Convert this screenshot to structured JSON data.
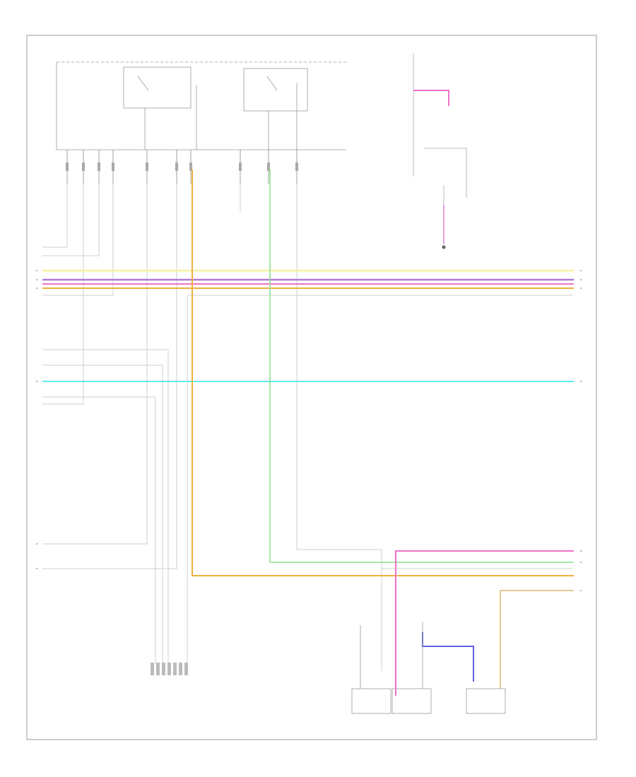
{
  "diagram": {
    "footer_code": "",
    "colors": {
      "yellow": "#f2f2a0",
      "violet": "#b07ad8",
      "pink": "#f070c8",
      "orange": "#f0b040",
      "tan": "#d8b870",
      "green": "#88e088",
      "cyan": "#60e8e8",
      "blue": "#6060e0",
      "gray": "#cfcfcf"
    },
    "wires": [
      {
        "id": "yel",
        "color": "#f2f2a0"
      },
      {
        "id": "vio",
        "color": "#b07ad8"
      },
      {
        "id": "pnk",
        "color": "#f070c8"
      },
      {
        "id": "org",
        "color": "#f0b040"
      },
      {
        "id": "grn",
        "color": "#88e088"
      },
      {
        "id": "cyn",
        "color": "#60e8e8"
      },
      {
        "id": "blu",
        "color": "#6060e0"
      },
      {
        "id": "tan",
        "color": "#d8b870"
      }
    ]
  }
}
